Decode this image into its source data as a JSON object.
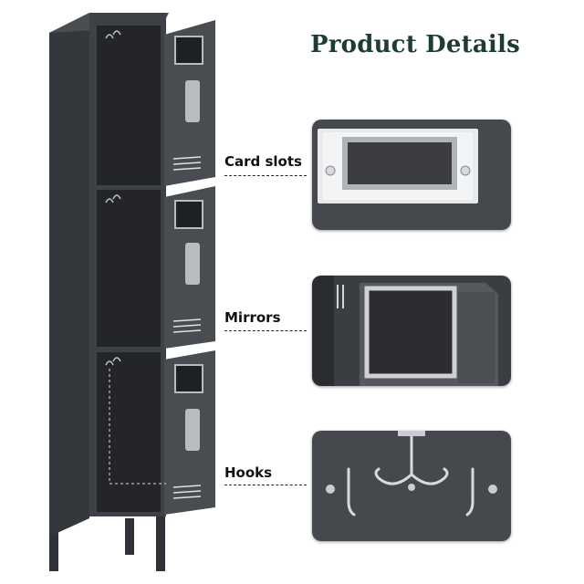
{
  "page": {
    "title": "Product Details"
  },
  "features": [
    {
      "label": "Card slots"
    },
    {
      "label": "Mirrors"
    },
    {
      "label": "Hooks"
    }
  ],
  "colors": {
    "title": "#1f3d2f",
    "locker_body": "#3c3f44",
    "locker_shadow": "#24262a",
    "panel_bg": "#45484d",
    "metal": "#c9ccd0"
  }
}
